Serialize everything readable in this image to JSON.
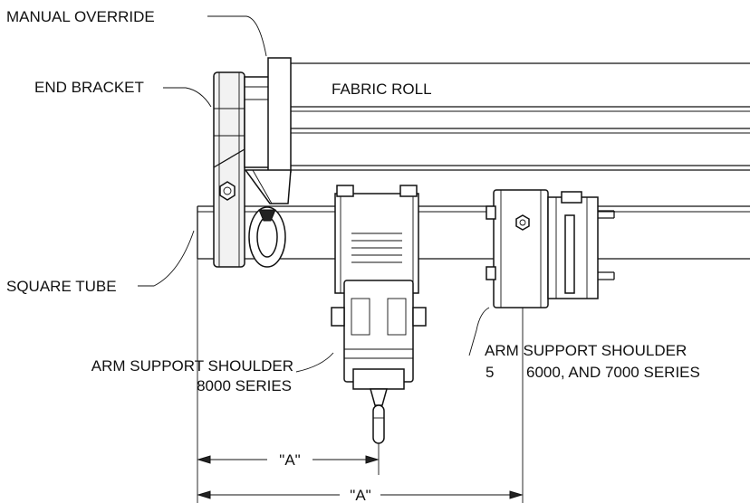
{
  "labels": {
    "manual_override": "MANUAL OVERRIDE",
    "end_bracket": "END BRACKET",
    "fabric_roll": "FABRIC ROLL",
    "square_tube": "SQUARE TUBE",
    "arm_8000_line1": "ARM SUPPORT SHOULDER",
    "arm_8000_line2": "8000 SERIES",
    "arm_5000_line1": "ARM SUPPORT SHOULDER",
    "arm_5000_line2a": "5",
    "arm_5000_line2b": "6000, AND 7000 SERIES"
  },
  "dimensions": {
    "short": "\"A\"",
    "long": "\"A\""
  },
  "colors": {
    "ink": "#111111",
    "fill": "#f2f2f2",
    "background": "#ffffff"
  }
}
